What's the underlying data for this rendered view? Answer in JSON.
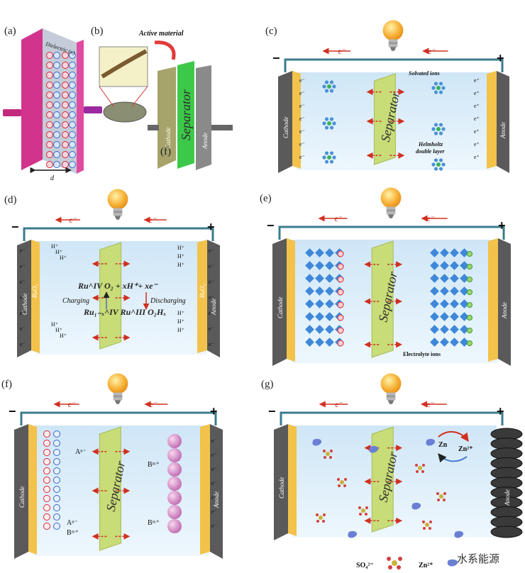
{
  "panels": {
    "a": {
      "label": "(a)",
      "dielectric": "Dielectric (κ)",
      "dim": "d"
    },
    "b": {
      "label": "(b)",
      "active_material": "Active material",
      "separator": "Separator",
      "cathode": "Cathode",
      "anode": "Anode",
      "sub": "(f)"
    },
    "c": {
      "label": "(c)",
      "electron": "e⁻",
      "minus": "−",
      "plus": "+",
      "cathode": "Cathode",
      "anode": "Anode",
      "separator": "Separator",
      "solvated": "Solvated ions",
      "helmholtz1": "Helmholtz",
      "helmholtz2": "double layer"
    },
    "d": {
      "label": "(d)",
      "electron": "e⁻",
      "minus": "−",
      "plus": "+",
      "cathode": "Cathode",
      "anode": "Anode",
      "ruo2": "RuO₂",
      "proton": "H⁺",
      "eq1": "Ru^IV O₂ + xH⁺+ xe⁻",
      "eq2": "Ru₁₋ₓ^IV Ru^III O₂Hₓ",
      "charging": "Charging",
      "discharging": "Discharging"
    },
    "e": {
      "label": "(e)",
      "electron": "e⁻",
      "minus": "−",
      "plus": "+",
      "cathode": "Cathode",
      "anode": "Anode",
      "separator": "Separator",
      "electrolyte": "Electrolyte ions"
    },
    "f": {
      "label": "(f)",
      "electron": "e⁻",
      "minus": "−",
      "plus": "+",
      "cathode": "Cathode",
      "anode": "Anode",
      "separator": "Separator",
      "anion": "Aⁿ⁻",
      "cation": "Bᵐ⁺"
    },
    "g": {
      "label": "(g)",
      "electron": "e⁻",
      "minus": "−",
      "plus": "+",
      "cathode": "Cathode",
      "anode": "Anode",
      "separator": "Separator",
      "zn": "Zn",
      "zn2": "Zn²⁺",
      "legend_so4": "SO₄²⁻",
      "legend_zn": "Zn²⁺"
    }
  },
  "watermark": "水系能源",
  "colors": {
    "cathode": "#5a5a5a",
    "current_collector": "#f2c24a",
    "separator": "#c8dc78",
    "electrolyte": "#d8ecf8",
    "wire": "#3a7c8c",
    "electron_arrow": "#d03020",
    "ion_blue": "#4a90d9",
    "bulb": "#f6a623"
  }
}
